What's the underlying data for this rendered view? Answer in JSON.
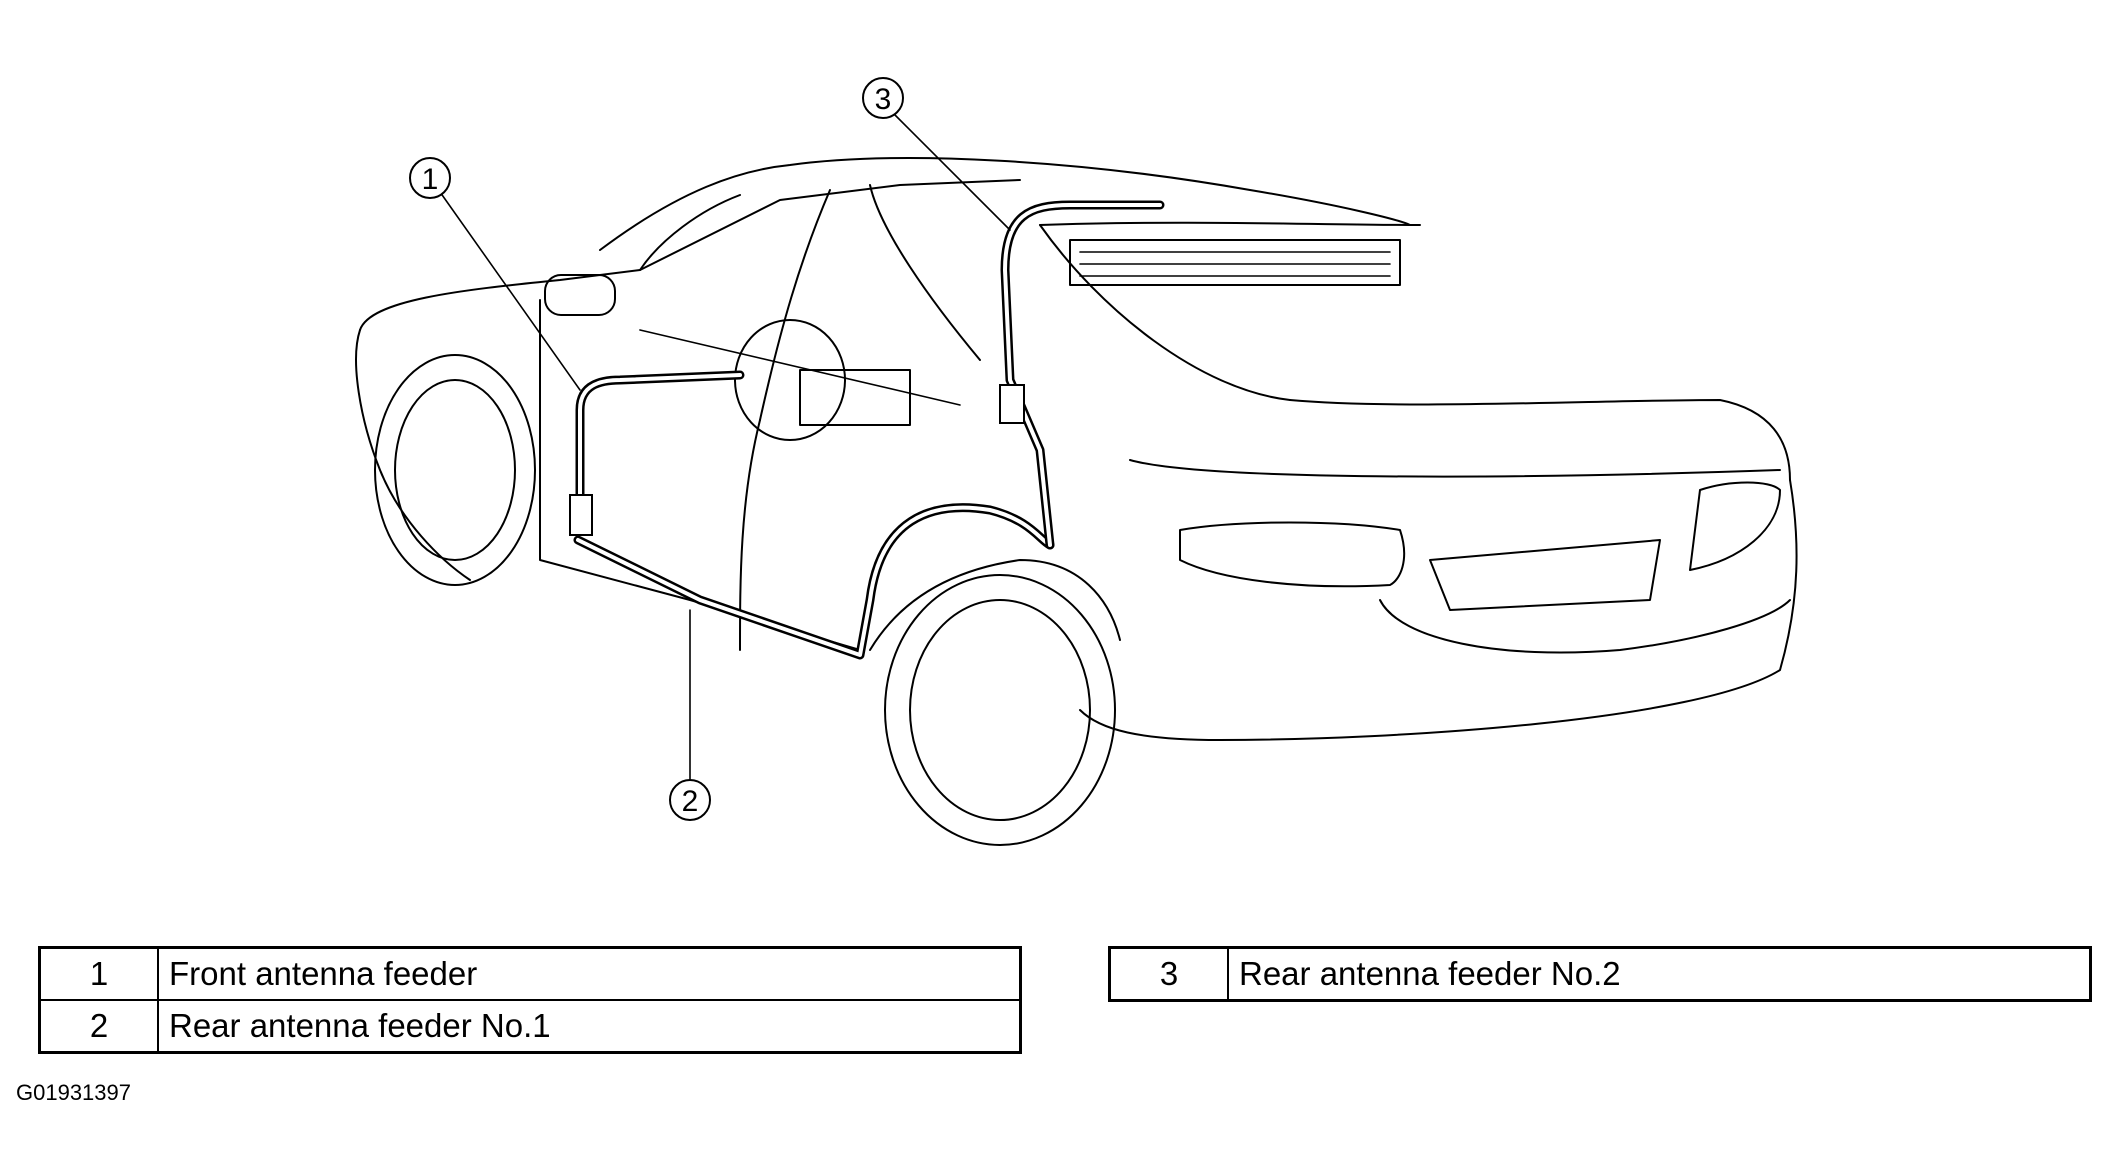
{
  "diagram": {
    "callouts": [
      "1",
      "2",
      "3"
    ]
  },
  "legend": {
    "left_rows": [
      {
        "num": "1",
        "label": "Front antenna feeder"
      },
      {
        "num": "2",
        "label": "Rear antenna feeder No.1"
      }
    ],
    "right_rows": [
      {
        "num": "3",
        "label": "Rear antenna feeder No.2"
      }
    ]
  },
  "figure_code": "G01931397"
}
